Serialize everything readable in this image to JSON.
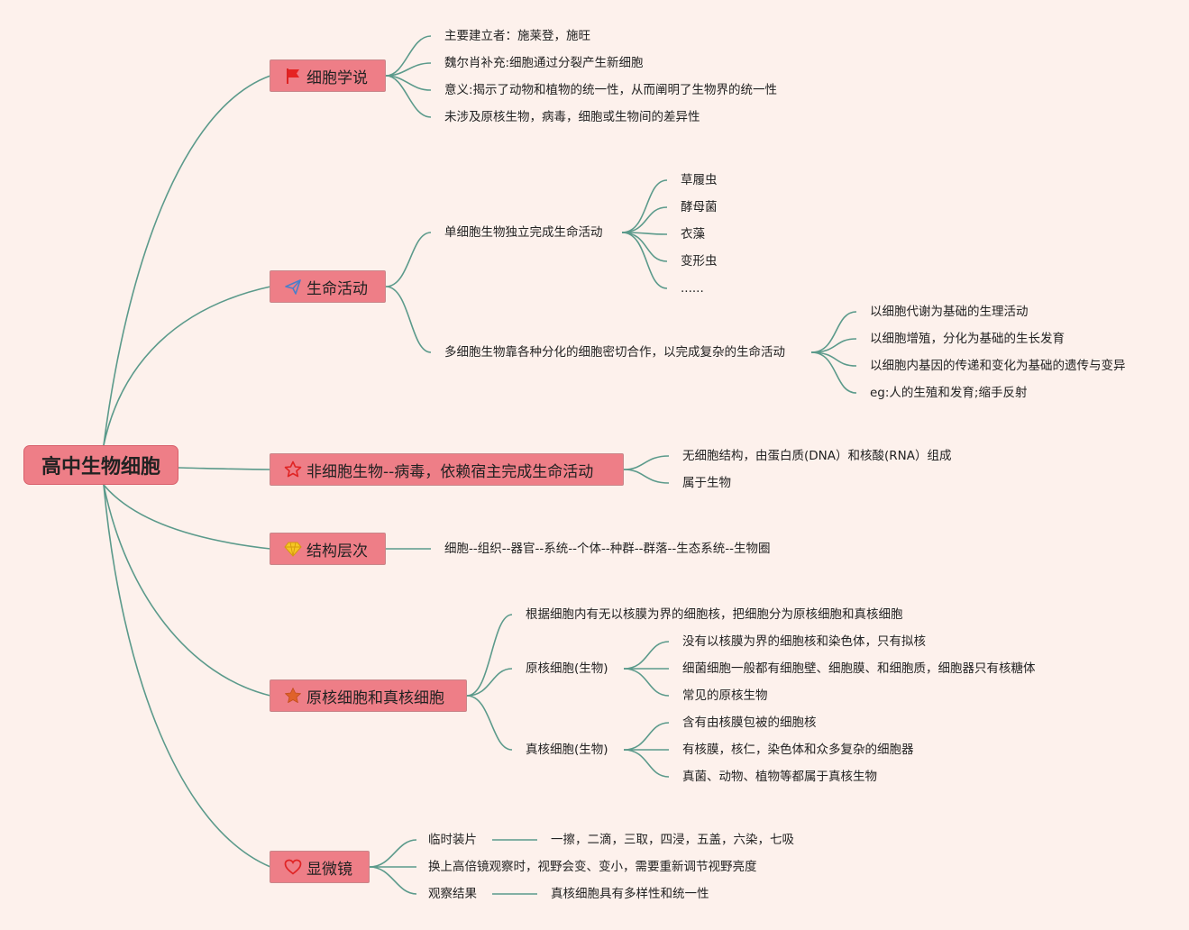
{
  "root": {
    "label": "高中生物细胞"
  },
  "topics": [
    {
      "label": "细胞学说",
      "icon": "red-flag-icon"
    },
    {
      "label": "生命活动",
      "icon": "paper-plane-icon"
    },
    {
      "label": "非细胞生物--病毒，依赖宿主完成生命活动",
      "icon": "star-outline-icon"
    },
    {
      "label": "结构层次",
      "icon": "diamond-icon"
    },
    {
      "label": "原核细胞和真核细胞",
      "icon": "star-filled-icon"
    },
    {
      "label": "显微镜",
      "icon": "heart-icon"
    }
  ],
  "subtopics": {
    "cell_theory": [
      "主要建立者：施莱登，施旺",
      "魏尔肖补充:细胞通过分裂产生新细胞",
      "意义:揭示了动物和植物的统一性，从而阐明了生物界的统一性",
      "未涉及原核生物，病毒，细胞或生物间的差异性"
    ],
    "life_activity": {
      "unicellular": {
        "label": "单细胞生物独立完成生命活动",
        "children": [
          "草履虫",
          "酵母菌",
          "衣藻",
          "变形虫",
          "......"
        ]
      },
      "multicellular": {
        "label": "多细胞生物靠各种分化的细胞密切合作，以完成复杂的生命活动",
        "children": [
          "以细胞代谢为基础的生理活动",
          "以细胞增殖，分化为基础的生长发育",
          "以细胞内基因的传递和变化为基础的遗传与变异",
          "eg:人的生殖和发育;缩手反射"
        ]
      }
    },
    "virus": [
      "无细胞结构，由蛋白质(DNA）和核酸(RNA）组成",
      "属于生物"
    ],
    "levels": [
      "细胞--组织--器官--系统--个体--种群--群落--生态系统--生物圈"
    ],
    "cells": {
      "criterion": "根据细胞内有无以核膜为界的细胞核，把细胞分为原核细胞和真核细胞",
      "prokaryote": {
        "label": "原核细胞(生物)",
        "children": [
          "没有以核膜为界的细胞核和染色体，只有拟核",
          "细菌细胞一般都有细胞壁、细胞膜、和细胞质，细胞器只有核糖体",
          "常见的原核生物"
        ]
      },
      "eukaryote": {
        "label": "真核细胞(生物)",
        "children": [
          "含有由核膜包被的细胞核",
          "有核膜，核仁，染色体和众多复杂的细胞器",
          "真菌、动物、植物等都属于真核生物"
        ]
      }
    },
    "microscope": {
      "temp_slide": {
        "label": "临时装片",
        "detail": "一擦，二滴，三取，四浸，五盖，六染，七吸"
      },
      "high_power": {
        "label": "换上高倍镜观察时，视野会变、变小，需要重新调节视野亮度"
      },
      "result": {
        "label": "观察结果",
        "detail": "真核细胞具有多样性和统一性"
      }
    }
  }
}
